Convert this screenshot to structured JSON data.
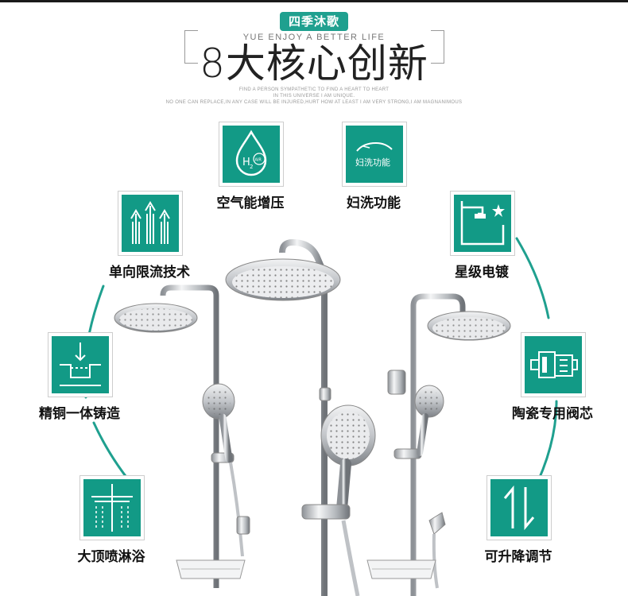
{
  "header": {
    "brand": "四季沐歌",
    "tagline": "YUE ENJOY A BETTER LIFE",
    "headline": "8大核心创新",
    "sub_lines": [
      "FIND A PERSON SYMPATHETIC TO FIND A HEART TO HEART",
      "IN THIS UNIVERSE I AM UNIQUE.",
      "NO ONE CAN REPLACE,IN ANY CASE WILL BE INJURED,HURT HOW AT LEAST I AM VERY STRONG,I AM MAGNANIMOUS"
    ]
  },
  "features": {
    "air_pressure": {
      "label": "空气能增压",
      "icon": "h2-air-icon",
      "icon_text_h": "H",
      "icon_text_sub": "2",
      "icon_text_air": "AIR"
    },
    "feminine_wash": {
      "label": "妇洗功能",
      "icon": "feminine-wash-icon",
      "icon_text": "妇洗功能"
    },
    "unidirectional": {
      "label": "单向限流技术",
      "icon": "up-arrows-icon"
    },
    "plating": {
      "label": "星级电镀",
      "icon": "star-faucet-icon"
    },
    "copper_cast": {
      "label": "精铜一体铸造",
      "icon": "copper-casting-icon"
    },
    "ceramic_valve": {
      "label": "陶瓷专用阀芯",
      "icon": "valve-core-icon"
    },
    "top_shower": {
      "label": "大顶喷淋浴",
      "icon": "top-shower-icon"
    },
    "height_adjust": {
      "label": "可升降调节",
      "icon": "up-down-arrows-icon"
    }
  },
  "colors": {
    "accent": "#129a86",
    "arc": "#1fa08f",
    "chrome": "#c9ccd0"
  }
}
